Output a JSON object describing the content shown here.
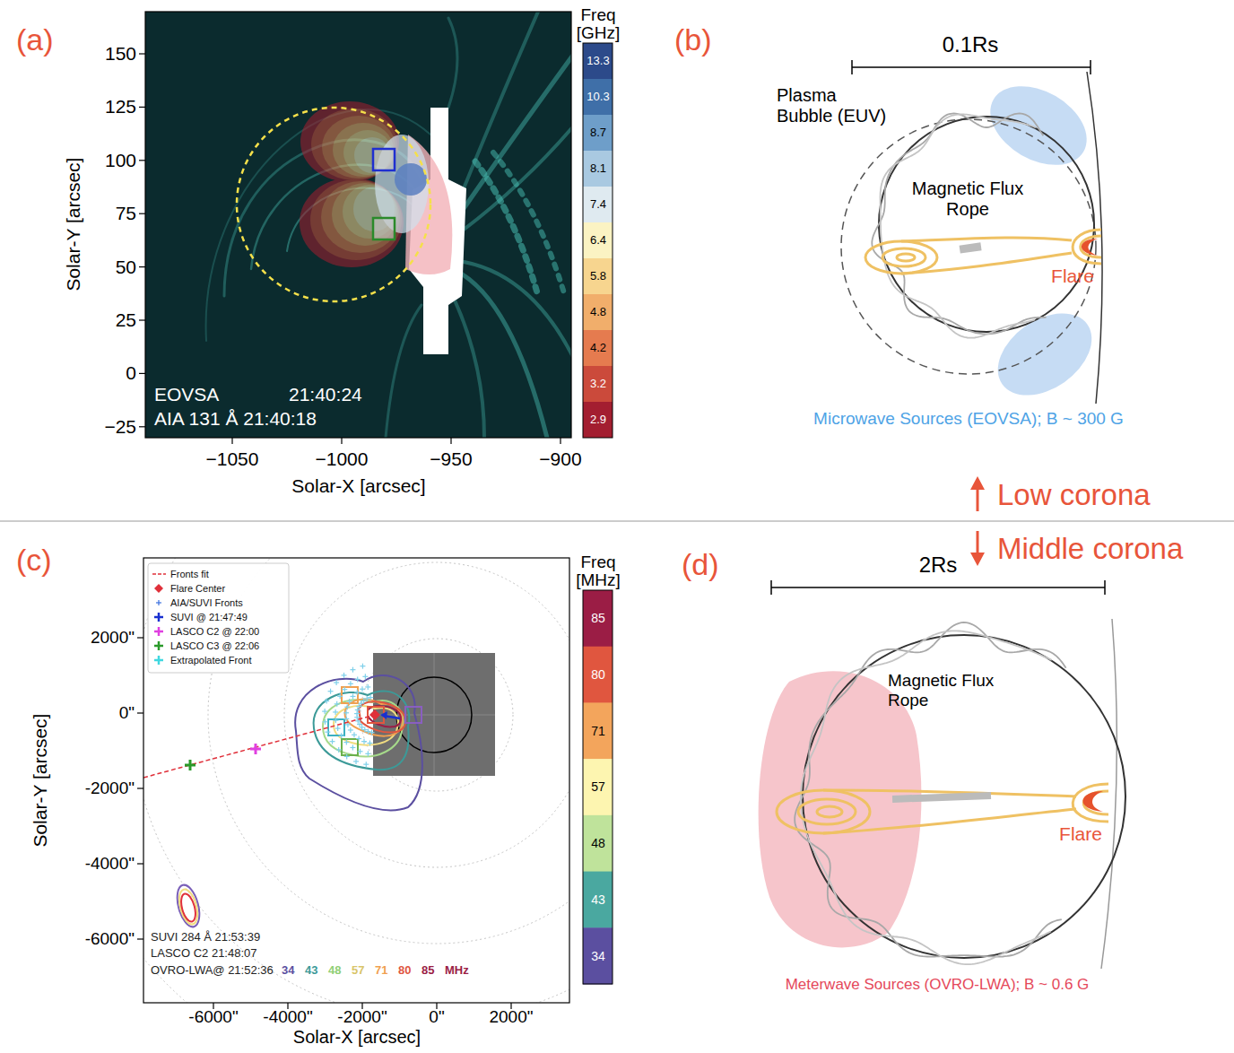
{
  "diagram": {
    "labels": [
      "(a)",
      "Freq [GHz]",
      "13.3",
      "10.3",
      "8.7",
      "8.1",
      "7.4",
      "6.4",
      "5.8",
      "4.8",
      "4.2",
      "3.2",
      "2.9",
      "150",
      "125",
      "100",
      "75",
      "50",
      "25",
      "0",
      "−25",
      "−1050",
      "−1000",
      "−950",
      "−900",
      "Solar-Y [arcsec]",
      "Solar-X [arcsec]",
      "EOVSA",
      "21:40:24",
      "AIA 131 Å 21:40:18",
      "(b)",
      "0.1Rs",
      "Plasma Bubble (EUV)",
      "Magnetic Flux Rope",
      "Flare",
      "Microwave Sources (EOVSA); B ~ 300 G",
      "Low corona",
      "Middle corona",
      "(c)",
      "Freq [MHz]",
      "85",
      "80",
      "71",
      "57",
      "48",
      "43",
      "34",
      "2000\"",
      "0\"",
      "-2000\"",
      "-4000\"",
      "-6000\"",
      "-6000\"",
      "-4000\"",
      "-2000\"",
      "0\"",
      "2000\"",
      "Solar-Y [arcsec]",
      "Solar-X [arcsec]",
      "SUVI 284 Å 21:53:39",
      "LASCO C2 21:48:07",
      "OVRO-LWA@ 21:52:36",
      "34",
      "43",
      "48",
      "57",
      "71",
      "80",
      "85",
      "MHz",
      "(d)",
      "2Rs",
      "Magnetic Flux Rope",
      "Flare",
      "Meterwave Sources (OVRO-LWA); B ~ 0.6 G"
    ],
    "legend": [
      {
        "text": "Fronts fit"
      },
      {
        "text": "Flare Center"
      },
      {
        "text": "AIA/SUVI Fronts"
      },
      {
        "text": "SUVI @ 21:47:49"
      },
      {
        "text": "LASCO C2 @ 22:00"
      },
      {
        "text": "LASCO C3 @ 22:06"
      },
      {
        "text": "Extrapolated Front"
      }
    ]
  }
}
